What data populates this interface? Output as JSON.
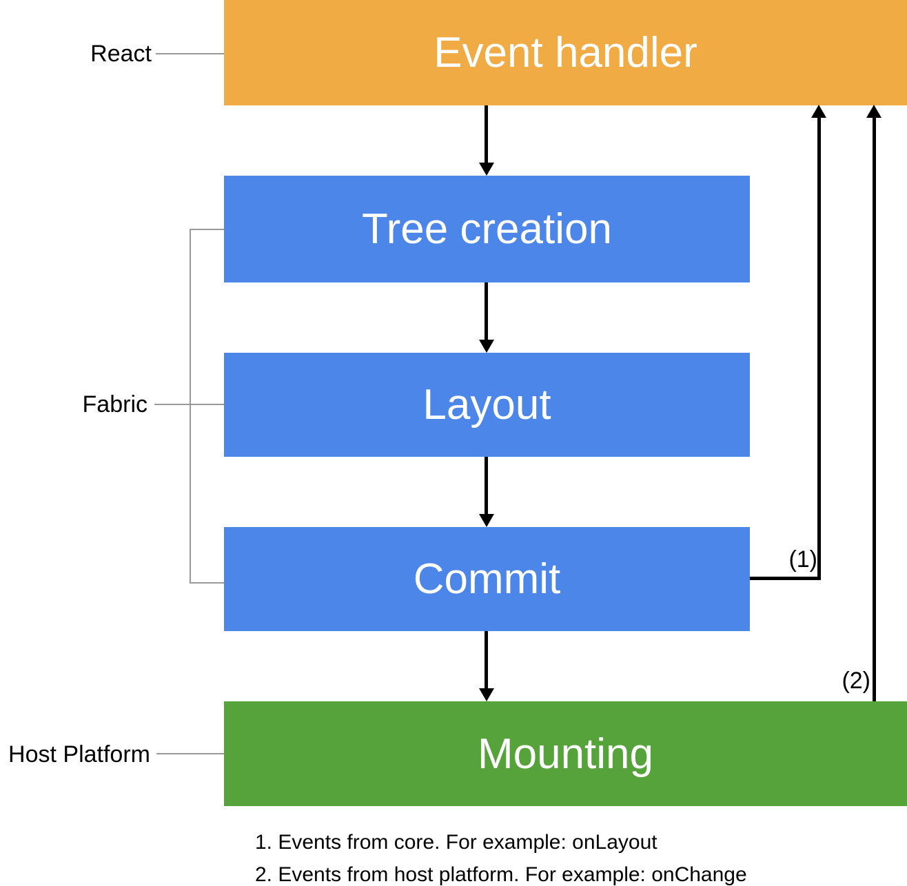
{
  "boxes": {
    "event_handler": {
      "label": "Event handler",
      "color": "#f0ab44"
    },
    "tree_creation": {
      "label": "Tree creation",
      "color": "#4c86e8"
    },
    "layout": {
      "label": "Layout",
      "color": "#4c86e8"
    },
    "commit": {
      "label": "Commit",
      "color": "#4c86e8"
    },
    "mounting": {
      "label": "Mounting",
      "color": "#56a33c"
    }
  },
  "side_labels": {
    "react": "React",
    "fabric": "Fabric",
    "host_platform": "Host Platform"
  },
  "annotations": {
    "event_from_core": "(1)",
    "event_from_host": "(2)"
  },
  "footnotes": {
    "line1": "1. Events from core. For example: onLayout",
    "line2": "2. Events from host platform. For example: onChange"
  },
  "colors": {
    "event_handler_orange": "#f0ab44",
    "fabric_blue": "#4c86e8",
    "host_platform_green": "#56a33c",
    "arrow_black": "#000000",
    "connector_gray": "#999999",
    "box_text_white": "#ffffff"
  }
}
